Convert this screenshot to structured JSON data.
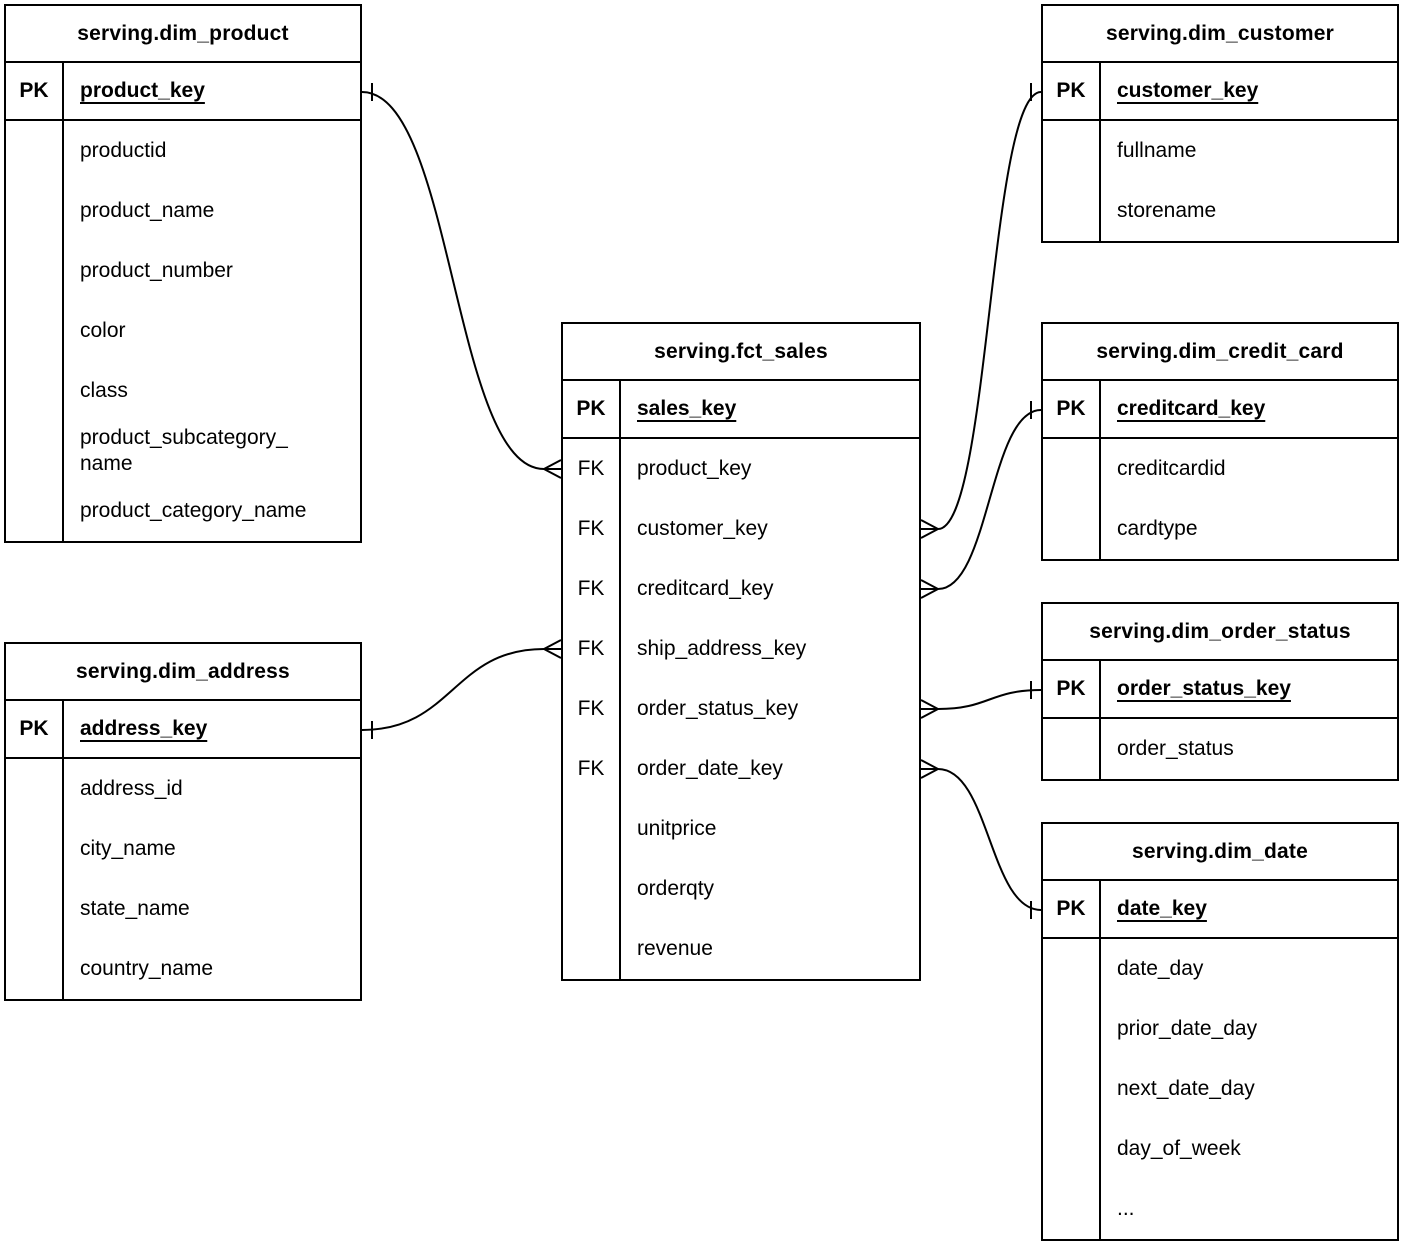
{
  "diagram": {
    "kind": "entity-relationship-diagram",
    "colors": {
      "line": "#000000",
      "background": "#ffffff",
      "text": "#000000"
    },
    "notation": {
      "one_end": "one (bar tick)",
      "many_end": "many (crow's foot)"
    },
    "tables": [
      {
        "id": "dim_product",
        "title": "serving.dim_product",
        "rows": [
          {
            "label": "PK",
            "field": "product_key",
            "is_primary_key": true
          },
          {
            "label": "",
            "field": "productid"
          },
          {
            "label": "",
            "field": "product_name"
          },
          {
            "label": "",
            "field": "product_number"
          },
          {
            "label": "",
            "field": "color"
          },
          {
            "label": "",
            "field": "class"
          },
          {
            "label": "",
            "field": "product_subcategory_\nname"
          },
          {
            "label": "",
            "field": "product_category_name"
          }
        ]
      },
      {
        "id": "dim_customer",
        "title": "serving.dim_customer",
        "rows": [
          {
            "label": "PK",
            "field": "customer_key",
            "is_primary_key": true
          },
          {
            "label": "",
            "field": "fullname"
          },
          {
            "label": "",
            "field": "storename"
          }
        ]
      },
      {
        "id": "fct_sales",
        "title": "serving.fct_sales",
        "rows": [
          {
            "label": "PK",
            "field": "sales_key",
            "is_primary_key": true
          },
          {
            "label": "FK",
            "field": "product_key"
          },
          {
            "label": "FK",
            "field": "customer_key"
          },
          {
            "label": "FK",
            "field": "creditcard_key"
          },
          {
            "label": "FK",
            "field": "ship_address_key"
          },
          {
            "label": "FK",
            "field": "order_status_key"
          },
          {
            "label": "FK",
            "field": "order_date_key"
          },
          {
            "label": "",
            "field": "unitprice"
          },
          {
            "label": "",
            "field": "orderqty"
          },
          {
            "label": "",
            "field": "revenue"
          }
        ]
      },
      {
        "id": "dim_credit_card",
        "title": "serving.dim_credit_card",
        "rows": [
          {
            "label": "PK",
            "field": "creditcard_key",
            "is_primary_key": true
          },
          {
            "label": "",
            "field": "creditcardid"
          },
          {
            "label": "",
            "field": "cardtype"
          }
        ]
      },
      {
        "id": "dim_address",
        "title": "serving.dim_address",
        "rows": [
          {
            "label": "PK",
            "field": "address_key",
            "is_primary_key": true
          },
          {
            "label": "",
            "field": "address_id"
          },
          {
            "label": "",
            "field": "city_name"
          },
          {
            "label": "",
            "field": "state_name"
          },
          {
            "label": "",
            "field": "country_name"
          }
        ]
      },
      {
        "id": "dim_order_status",
        "title": "serving.dim_order_status",
        "rows": [
          {
            "label": "PK",
            "field": "order_status_key",
            "is_primary_key": true
          },
          {
            "label": "",
            "field": "order_status"
          }
        ]
      },
      {
        "id": "dim_date",
        "title": "serving.dim_date",
        "rows": [
          {
            "label": "PK",
            "field": "date_key",
            "is_primary_key": true
          },
          {
            "label": "",
            "field": "date_day"
          },
          {
            "label": "",
            "field": "prior_date_day"
          },
          {
            "label": "",
            "field": "next_date_day"
          },
          {
            "label": "",
            "field": "day_of_week"
          },
          {
            "label": "",
            "field": "..."
          }
        ]
      }
    ],
    "relationships": [
      {
        "one_table": "dim_product",
        "one_field": "product_key",
        "many_table": "fct_sales",
        "many_field": "product_key"
      },
      {
        "one_table": "dim_address",
        "one_field": "address_key",
        "many_table": "fct_sales",
        "many_field": "ship_address_key"
      },
      {
        "one_table": "dim_customer",
        "one_field": "customer_key",
        "many_table": "fct_sales",
        "many_field": "customer_key"
      },
      {
        "one_table": "dim_credit_card",
        "one_field": "creditcard_key",
        "many_table": "fct_sales",
        "many_field": "creditcard_key"
      },
      {
        "one_table": "dim_order_status",
        "one_field": "order_status_key",
        "many_table": "fct_sales",
        "many_field": "order_status_key"
      },
      {
        "one_table": "dim_date",
        "one_field": "date_key",
        "many_table": "fct_sales",
        "many_field": "order_date_key"
      }
    ]
  }
}
